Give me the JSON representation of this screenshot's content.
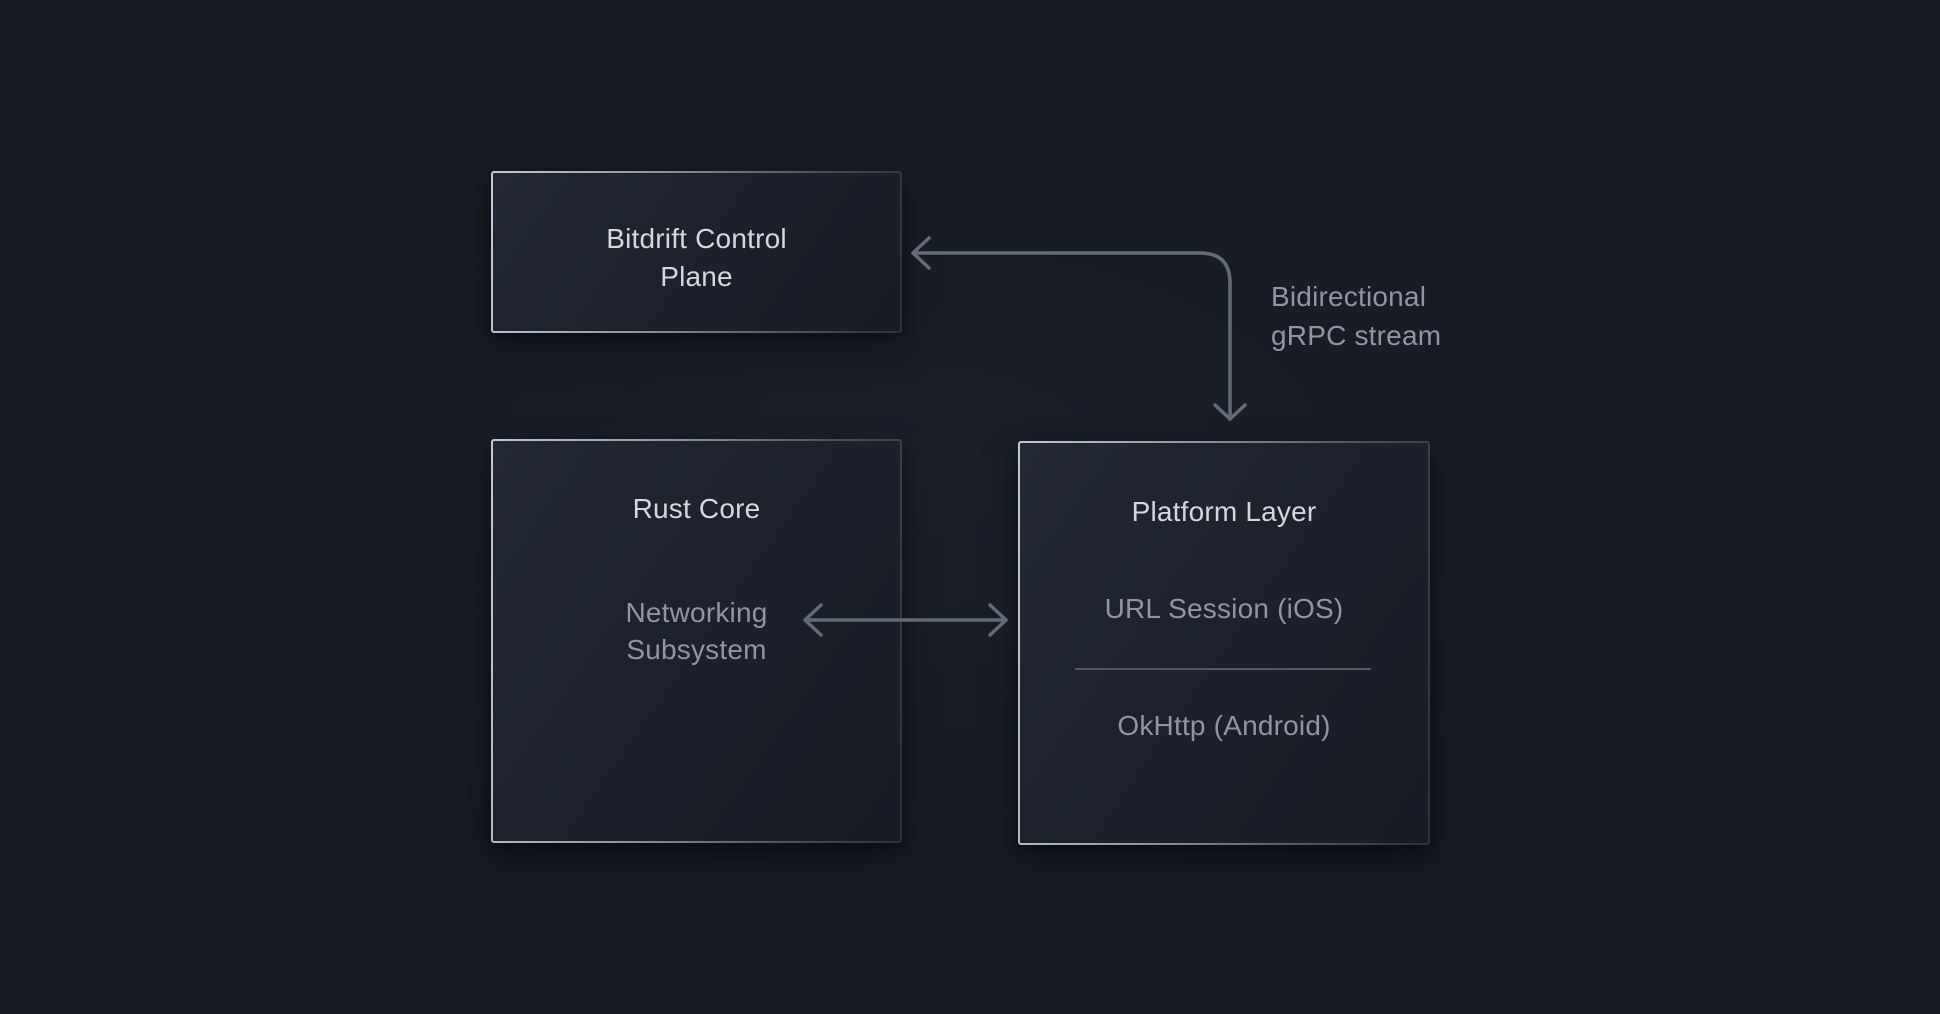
{
  "theme": {
    "background": "#161a22",
    "node_fill": "#1b202a",
    "node_fill_highlight": "#222834",
    "border_light": "#bfc8d5",
    "border_dark": "#2b313c",
    "title_color": "#d3d7e0",
    "muted_text_color": "#8f94a7",
    "arrow_color": "#636b79",
    "divider_color": "#515868"
  },
  "diagram": {
    "nodes": {
      "control_plane": {
        "title": "Bitdrift Control Plane"
      },
      "rust_core": {
        "title": "Rust Core",
        "subsystem": "Networking Subsystem"
      },
      "platform_layer": {
        "title": "Platform Layer",
        "ios": "URL Session (iOS)",
        "android": "OkHttp (Android)"
      }
    },
    "edges": {
      "grpc_stream": {
        "label": "Bidirectional gRPC stream"
      }
    }
  }
}
